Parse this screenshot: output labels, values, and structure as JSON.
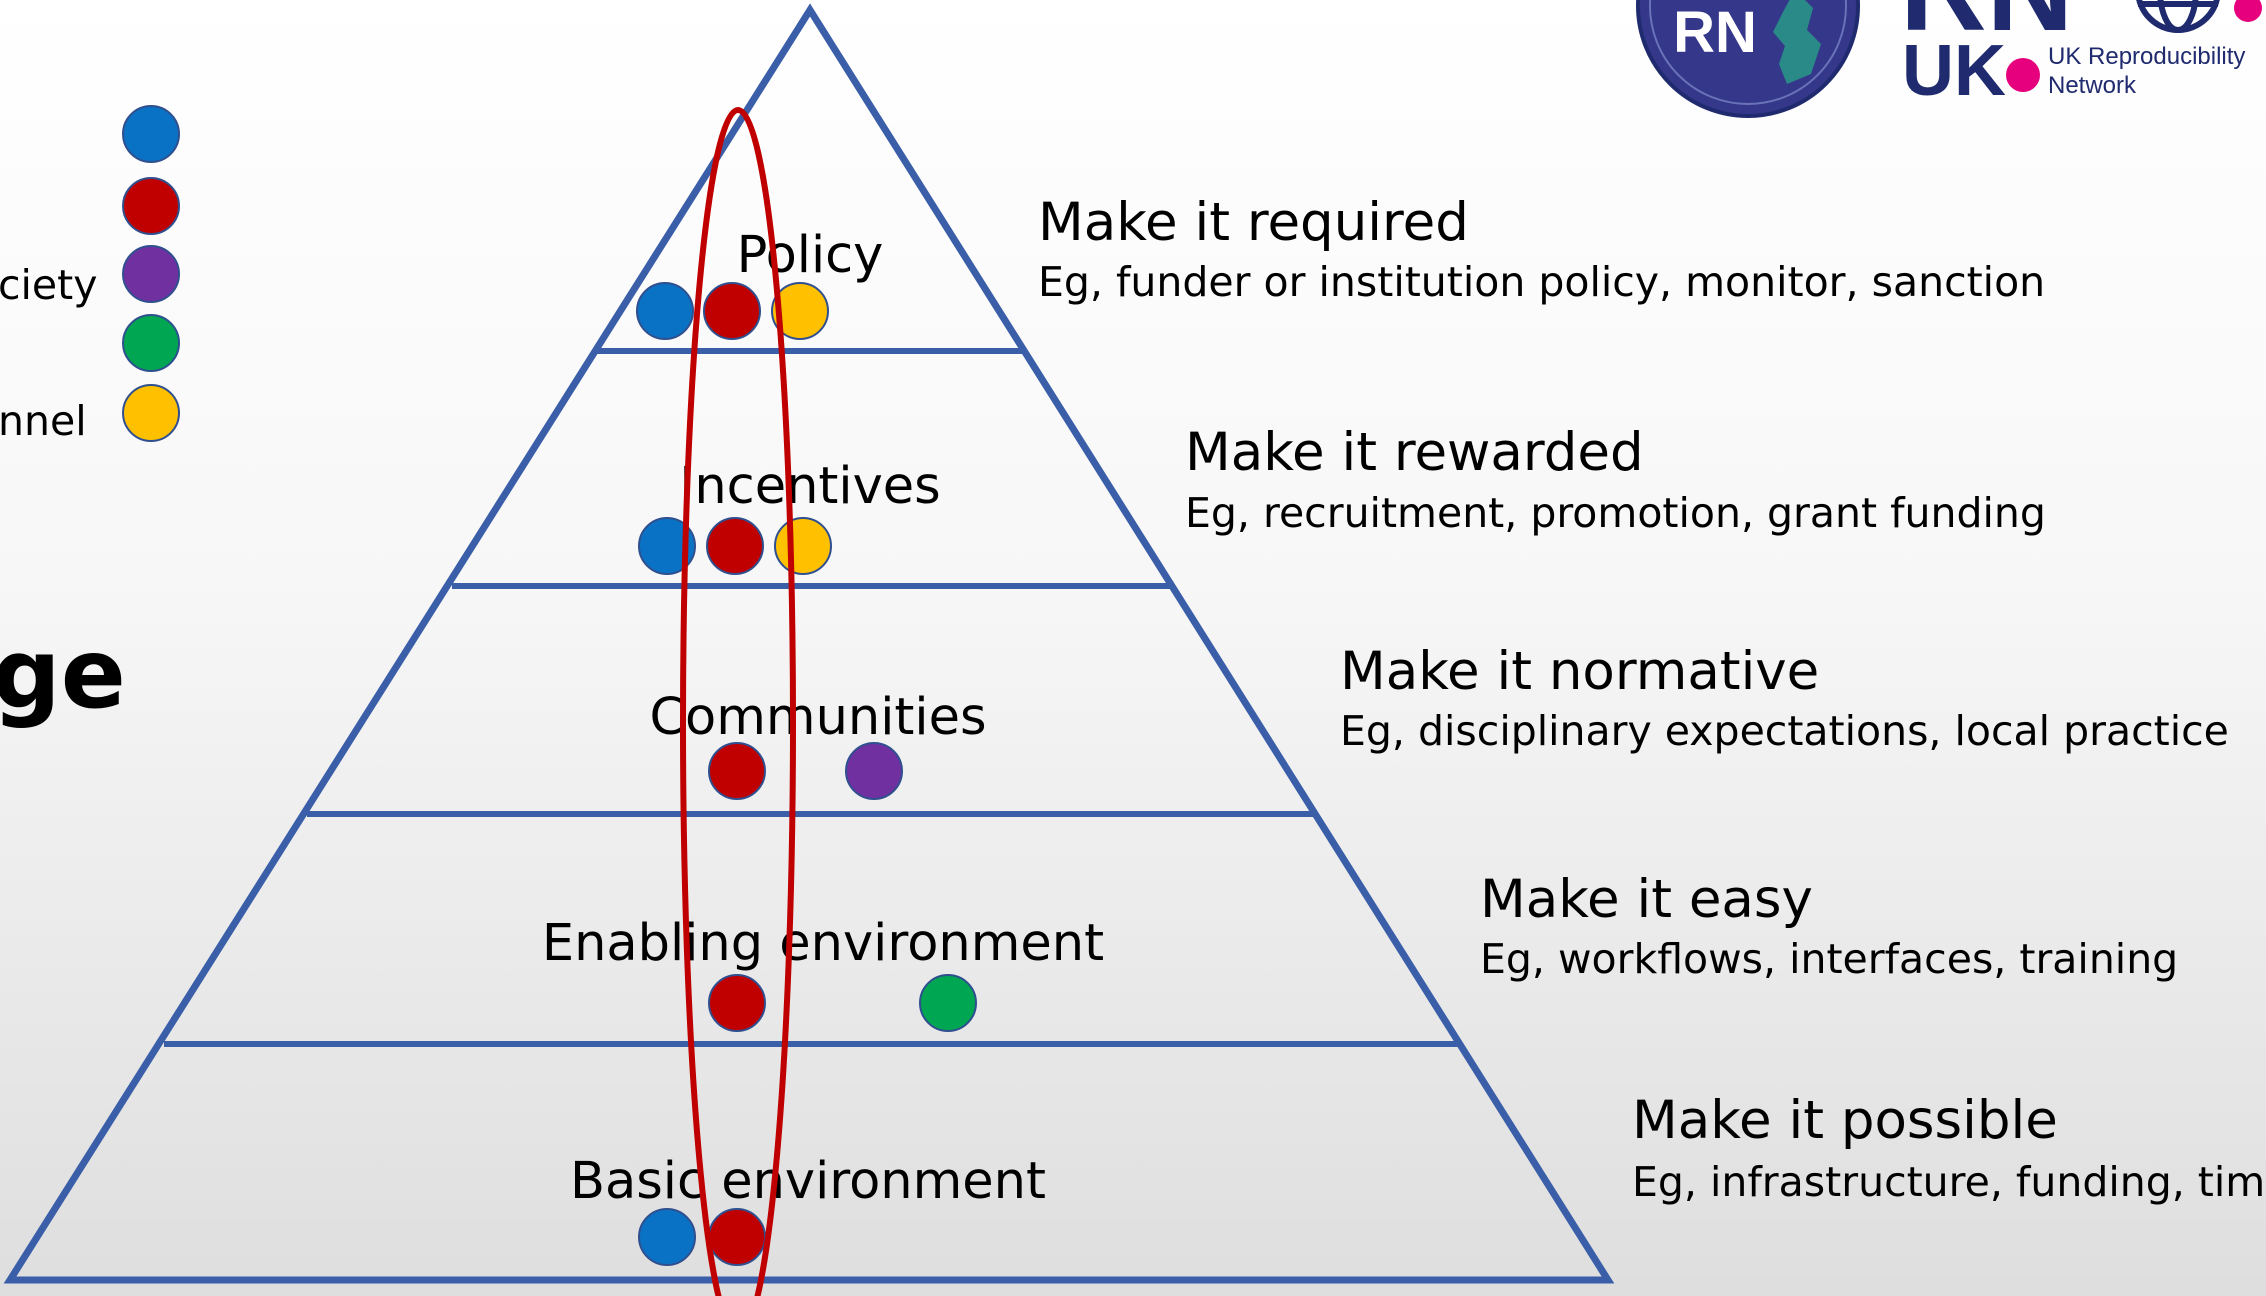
{
  "legend": {
    "dots": [
      {
        "color": "#0a72c4",
        "label": ""
      },
      {
        "color": "#c00000",
        "label": ""
      },
      {
        "color": "#7030a0",
        "label": "ciety"
      },
      {
        "color": "#00a651",
        "label": ""
      },
      {
        "color": "#ffc000",
        "label": "nnel"
      }
    ]
  },
  "partial_heading": "ge",
  "pyramid": {
    "stroke_color": "#3a5ea8",
    "tiers": [
      {
        "label": "Policy",
        "dots": [
          "#0a72c4",
          "#c00000",
          "#ffc000"
        ]
      },
      {
        "label": "Incentives",
        "dots": [
          "#0a72c4",
          "#c00000",
          "#ffc000"
        ]
      },
      {
        "label": "Communities",
        "dots": [
          "#c00000",
          "#7030a0"
        ]
      },
      {
        "label": "Enabling environment",
        "dots": [
          "#c00000",
          "#00a651"
        ]
      },
      {
        "label": "Basic environment",
        "dots": [
          "#0a72c4",
          "#c00000"
        ]
      }
    ],
    "highlight_color": "#c00000"
  },
  "rungs": [
    {
      "title": "Make it required",
      "subtitle": "Eg, funder or institution policy, monitor, sanction"
    },
    {
      "title": "Make it rewarded",
      "subtitle": "Eg, recruitment, promotion, grant funding"
    },
    {
      "title": "Make it normative",
      "subtitle": "Eg, disciplinary expectations, local practice"
    },
    {
      "title": "Make it easy",
      "subtitle": "Eg, workflows, interfaces, training"
    },
    {
      "title": "Make it possible",
      "subtitle": "Eg, infrastructure, funding, time"
    }
  ],
  "logos": {
    "circle_logo_text": "RN",
    "ukrn_letters": "UK",
    "ukrn_big": "RN",
    "ukrn_line1": "UK Reproducibility",
    "ukrn_line2": "Network",
    "navy": "#1f2b6e",
    "pink": "#e6007e"
  }
}
